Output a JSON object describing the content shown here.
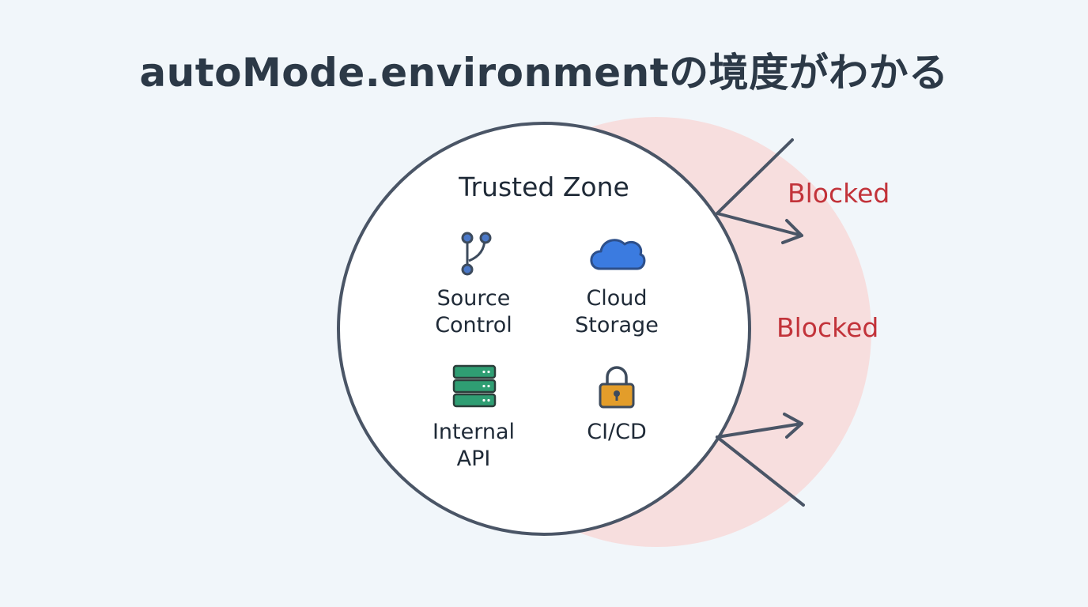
{
  "title": "autoMode.environmentの境度がわかる",
  "zone": {
    "title": "Trusted Zone",
    "items": [
      {
        "line1": "Source",
        "line2": "Control",
        "icon": "git-branch-icon",
        "color": "#4a78c8"
      },
      {
        "line1": "Cloud",
        "line2": "Storage",
        "icon": "cloud-icon",
        "color": "#3b7be0"
      },
      {
        "line1": "Internal",
        "line2": "API",
        "icon": "server-icon",
        "color": "#2f9e73"
      },
      {
        "line1": "CI/CD",
        "line2": "",
        "icon": "lock-icon",
        "color": "#e39d2a"
      }
    ]
  },
  "blocked_labels": [
    "Blocked",
    "Blocked"
  ],
  "colors": {
    "background": "#f1f6fa",
    "blocked_region": "#f7dede",
    "circle_stroke": "#4a5566",
    "blocked_text": "#c2333a"
  }
}
